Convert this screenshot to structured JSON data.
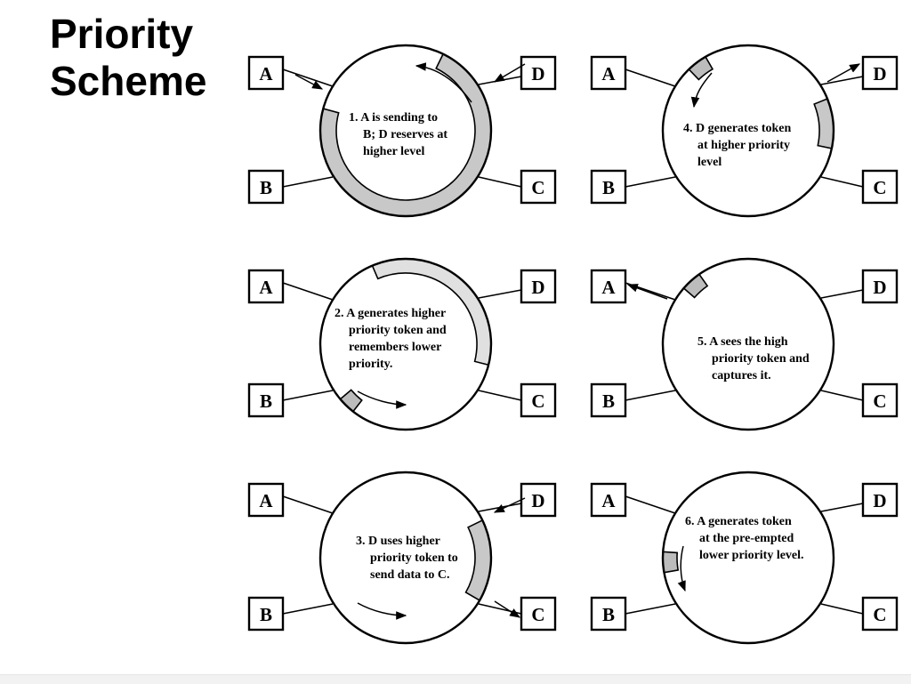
{
  "title": {
    "line1": "Priority",
    "line2": "Scheme"
  },
  "colors": {
    "frame_light": "#e0e0e0",
    "frame_mid": "#c8c8c8",
    "frame_dark": "#bcbcbc",
    "stroke": "#000000"
  },
  "panels": [
    {
      "step": 1,
      "caption": [
        "1. A is sending to",
        "B; D reserves at",
        "higher level"
      ]
    },
    {
      "step": 2,
      "caption": [
        "2. A generates higher",
        "priority token and",
        "remembers lower",
        "priority."
      ]
    },
    {
      "step": 3,
      "caption": [
        "3. D uses higher",
        "priority token to",
        "send data to C."
      ]
    },
    {
      "step": 4,
      "caption": [
        "4. D generates token",
        "at higher priority",
        "level"
      ]
    },
    {
      "step": 5,
      "caption": [
        "5. A sees the high",
        "priority token and",
        "captures it."
      ]
    },
    {
      "step": 6,
      "caption": [
        "6. A generates token",
        "at the pre-empted",
        "lower priority level."
      ]
    }
  ],
  "nodes": {
    "a": "A",
    "b": "B",
    "c": "C",
    "d": "D"
  }
}
